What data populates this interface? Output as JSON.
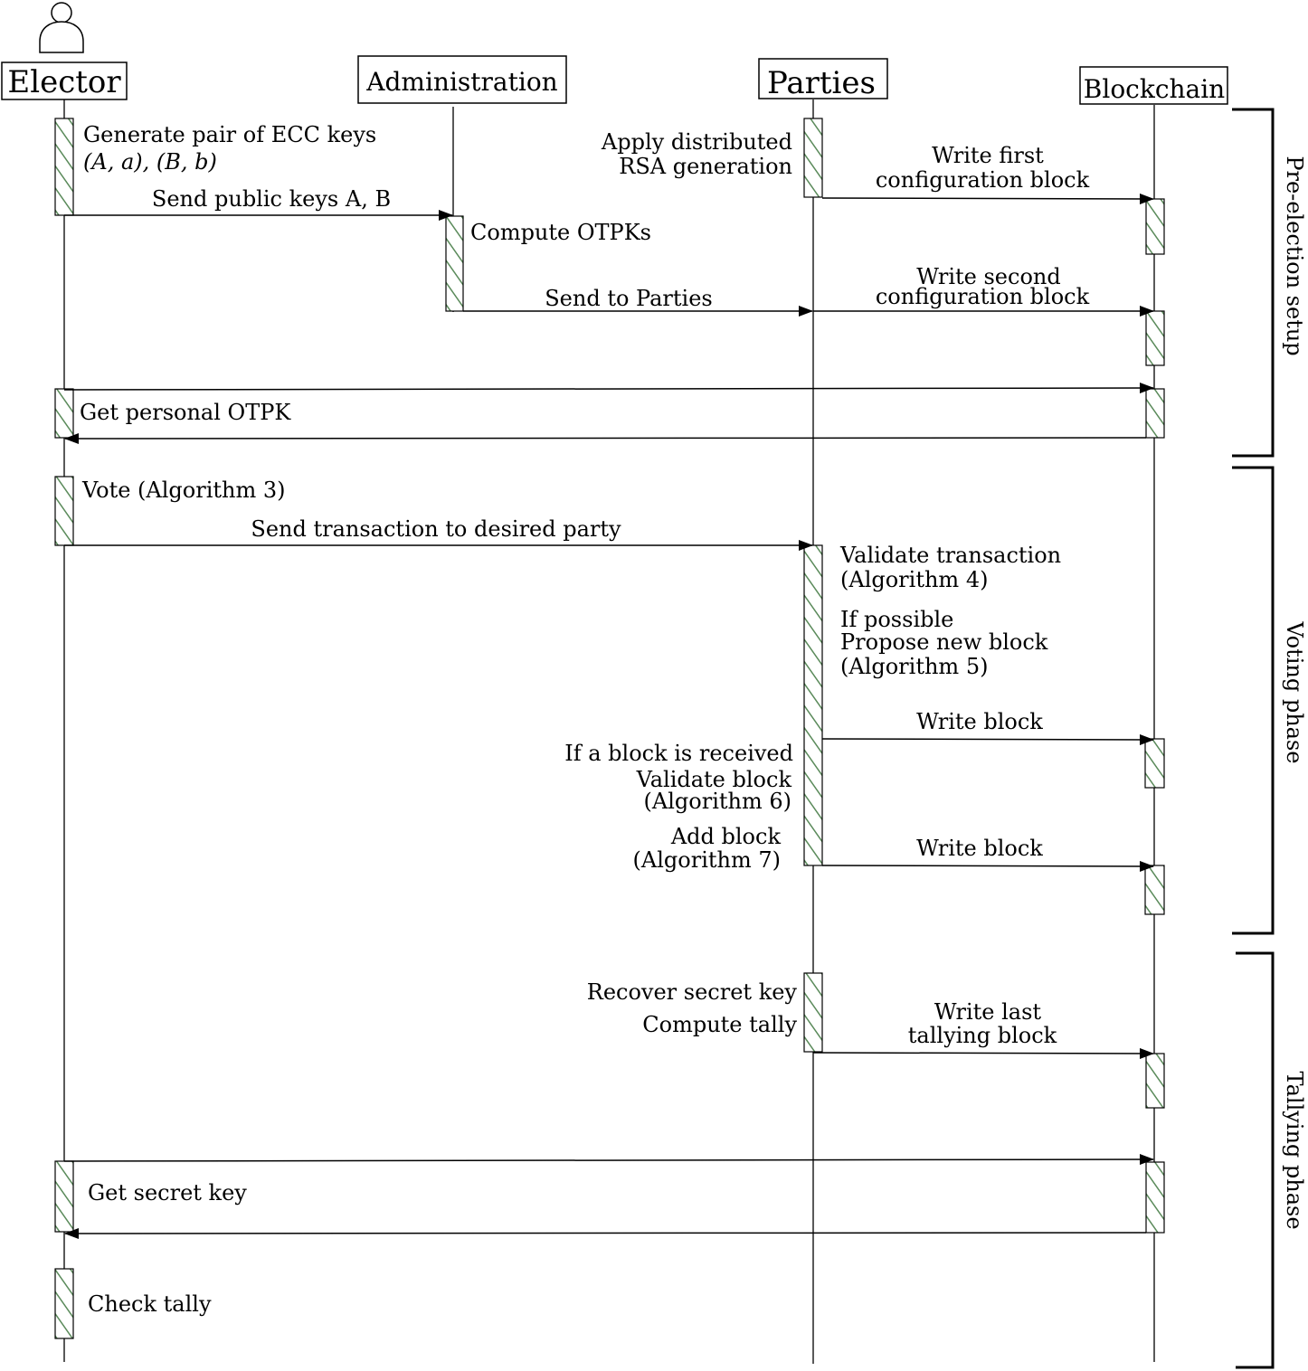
{
  "participants": {
    "elector": "Elector",
    "administration": "Administration",
    "parties": "Parties",
    "blockchain": "Blockchain"
  },
  "icons": {
    "elector": "person-icon"
  },
  "colors": {
    "activation_hatch": "#5a8a5a"
  },
  "labels": {
    "generate_keys_1": "Generate pair of ECC keys",
    "generate_keys_2": "(A, a), (B, b)",
    "send_public_keys": "Send public keys A, B",
    "compute_otpks": "Compute OTPKs",
    "send_to_parties": "Send to Parties",
    "apply_rsa_1": "Apply distributed",
    "apply_rsa_2": "RSA generation",
    "write_first_1": "Write first",
    "write_first_2": "configuration block",
    "write_second_1": "Write second",
    "write_second_2": "configuration block",
    "get_personal_otpk": "Get personal OTPK",
    "vote": "Vote (Algorithm 3)",
    "send_transaction": "Send transaction to desired party",
    "validate_tx_1": "Validate transaction",
    "validate_tx_2": "(Algorithm 4)",
    "propose_1": "If possible",
    "propose_2": "Propose new block",
    "propose_3": "(Algorithm 5)",
    "write_block_1": "Write block",
    "received_1": "If a block is received",
    "received_2": "Validate block",
    "received_3": "(Algorithm 6)",
    "add_block_1": "Add block",
    "add_block_2": "(Algorithm 7)",
    "write_block_2": "Write block",
    "recover_key": "Recover secret key",
    "compute_tally": "Compute tally",
    "write_last_1": "Write last",
    "write_last_2": "tallying block",
    "get_secret_key": "Get secret key",
    "check_tally": "Check tally"
  },
  "phases": {
    "pre_election": "Pre-election setup",
    "voting": "Voting phase",
    "tallying": "Tallying phase"
  }
}
